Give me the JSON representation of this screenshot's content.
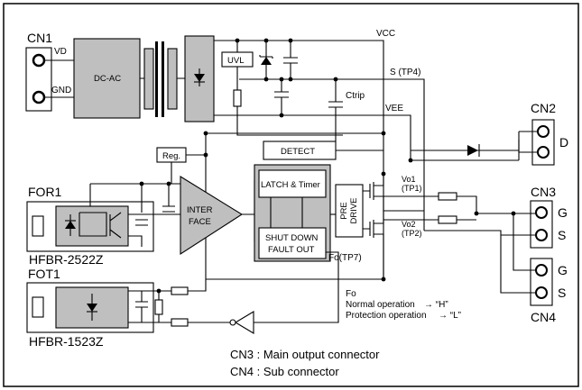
{
  "connectors": {
    "cn1": {
      "name": "CN1",
      "pin_top": "VD",
      "pin_bottom": "GND"
    },
    "cn2": {
      "name": "CN2",
      "pin": "D"
    },
    "cn3": {
      "name": "CN3",
      "pin_top": "G",
      "pin_bottom": "S"
    },
    "cn4": {
      "name": "CN4",
      "pin_top": "G",
      "pin_bottom": "S"
    }
  },
  "blocks": {
    "dcac": "DC-AC",
    "uvl": "UVL",
    "reg": "Reg.",
    "interface_line1": "INTER",
    "interface_line2": "FACE",
    "detect": "DETECT",
    "latch": "LATCH & Timer",
    "pre_drive_line1": "PRE",
    "pre_drive_line2": "DRIVE",
    "shutdown_line1": "SHUT DOWN",
    "shutdown_line2": "FAULT OUT"
  },
  "nets": {
    "vcc": "VCC",
    "s_tp4": "S   (TP4)",
    "vee": "VEE",
    "ctrip": "Ctrip",
    "vo1": "Vo1",
    "tp1": "(TP1)",
    "vo2": "Vo2",
    "tp2": "(TP2)",
    "fo_tp7": "Fo(TP7)"
  },
  "optics": {
    "for1": "FOR1",
    "for1_part": "HFBR-2522Z",
    "fot1": "FOT1",
    "fot1_part": "HFBR-1523Z"
  },
  "fo_notes": {
    "title": "Fo",
    "normal_label": "Normal operation",
    "normal_value": "→ “H”",
    "protect_label": "Protection operation",
    "protect_value": "→ “L”"
  },
  "footnotes": {
    "cn3": "CN3 : Main output connector",
    "cn4": "CN4 : Sub connector"
  }
}
